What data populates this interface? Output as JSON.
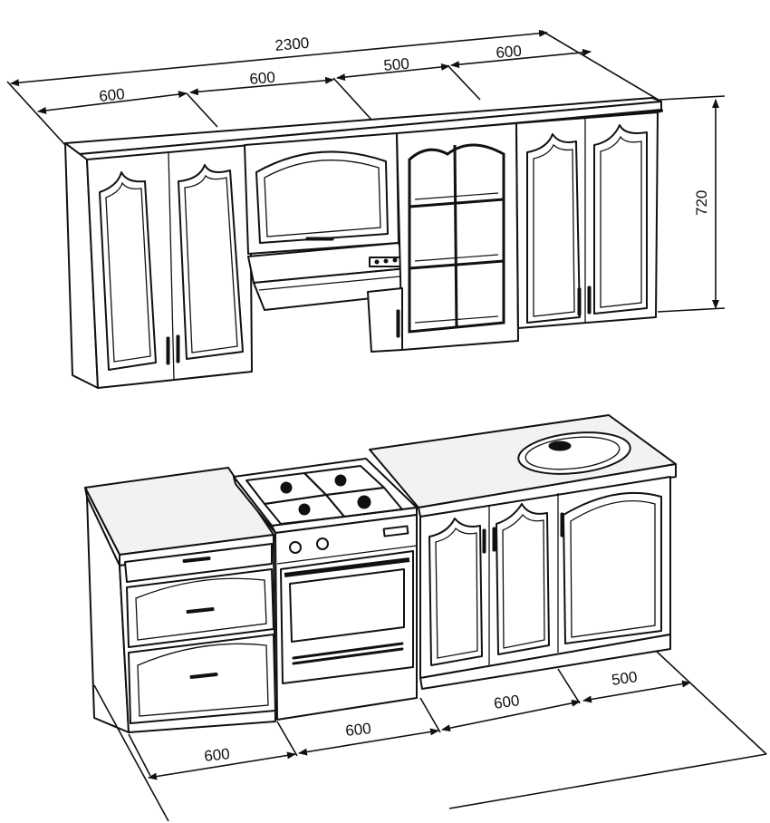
{
  "dimensions": {
    "upper_total": "2300",
    "upper_1": "600",
    "upper_2": "600",
    "upper_3": "500",
    "upper_4": "600",
    "height": "720",
    "lower_1": "600",
    "lower_2": "600",
    "lower_3": "600",
    "lower_4": "500"
  },
  "colors": {
    "line": "#111111",
    "background": "#ffffff"
  }
}
